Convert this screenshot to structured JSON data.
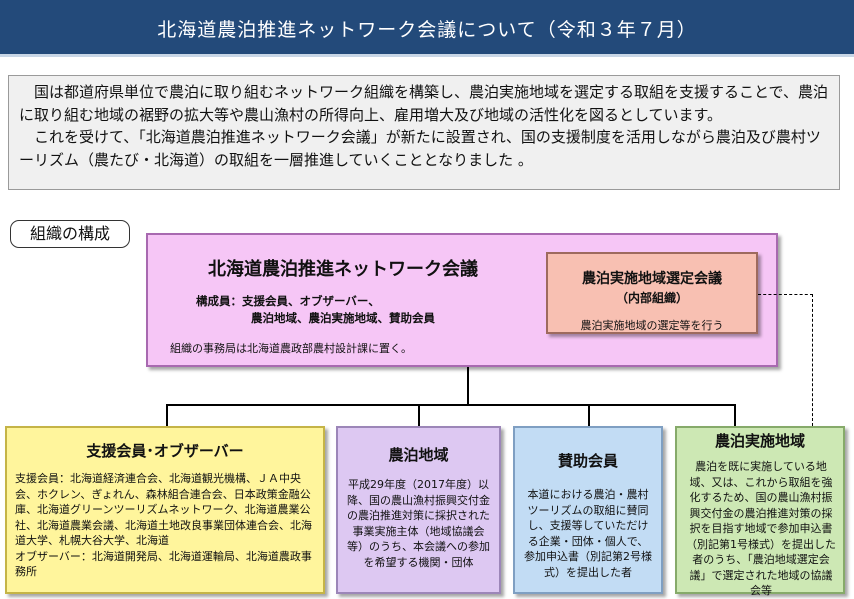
{
  "header": {
    "title": "北海道農泊推進ネットワーク会議について（令和３年７月）"
  },
  "intro": {
    "paragraph1": "国は都道府県単位で農泊に取り組むネットワーク組織を構築し、農泊実施地域を選定する取組を支援することで、農泊に取り組む地域の裾野の拡大等や農山漁村の所得向上、雇用増大及び地域の活性化を図るとしています。",
    "paragraph2": "これを受けて、「北海道農泊推進ネットワーク会議」が新たに設置され、国の支援制度を活用しながら農泊及び農村ツーリズム（農たび・北海道）の取組を一層推進していくこととなりました 。"
  },
  "section_label": "組織の構成",
  "network": {
    "title": "北海道農泊推進ネットワーク会議",
    "members_line1": "構成員：支援会員、オブザーバー、",
    "members_line2": "農泊地域、農泊実施地域、賛助会員",
    "secretariat": "組織の事務局は北海道農政部農村設計課に置く。"
  },
  "selection_committee": {
    "title": "農泊実施地域選定会議",
    "subtitle": "（内部組織）",
    "description": "農泊実施地域の選定等を行う"
  },
  "boxes": [
    {
      "title": "支援会員･オブザーバー",
      "body": "支援会員：北海道経済連合会、北海道観光機構、ＪＡ中央会、ホクレン、ぎょれん、森林組合連合会、日本政策金融公庫、北海道グリーンツーリズムネットワーク、北海道農業公社、北海道農業会議、北海道土地改良事業団体連合会、北海道大学、札幌大谷大学、北海道\nオブザーバー：北海道開発局、北海道運輸局、北海道農政事務所"
    },
    {
      "title": "農泊地域",
      "body": "平成29年度（2017年度）以降、国の農山漁村振興交付金の農泊推進対策に採択された事業実施主体（地域協議会等）のうち、本会議への参加を希望する機関・団体"
    },
    {
      "title": "賛助会員",
      "body": "本道における農泊・農村ツーリズムの取組に賛同し、支援等していただける企業・団体・個人で、参加申込書（別記第2号様式）を提出した者"
    },
    {
      "title": "農泊実施地域",
      "body": "農泊を既に実施している地域、又は、これから取組を強化するため、国の農山漁村振興交付金の農泊推進対策の採択を目指す地域で参加申込書（別記第1号様式）を提出した者のうち、「農泊地域選定会議」で選定された地域の協議会等"
    }
  ]
}
